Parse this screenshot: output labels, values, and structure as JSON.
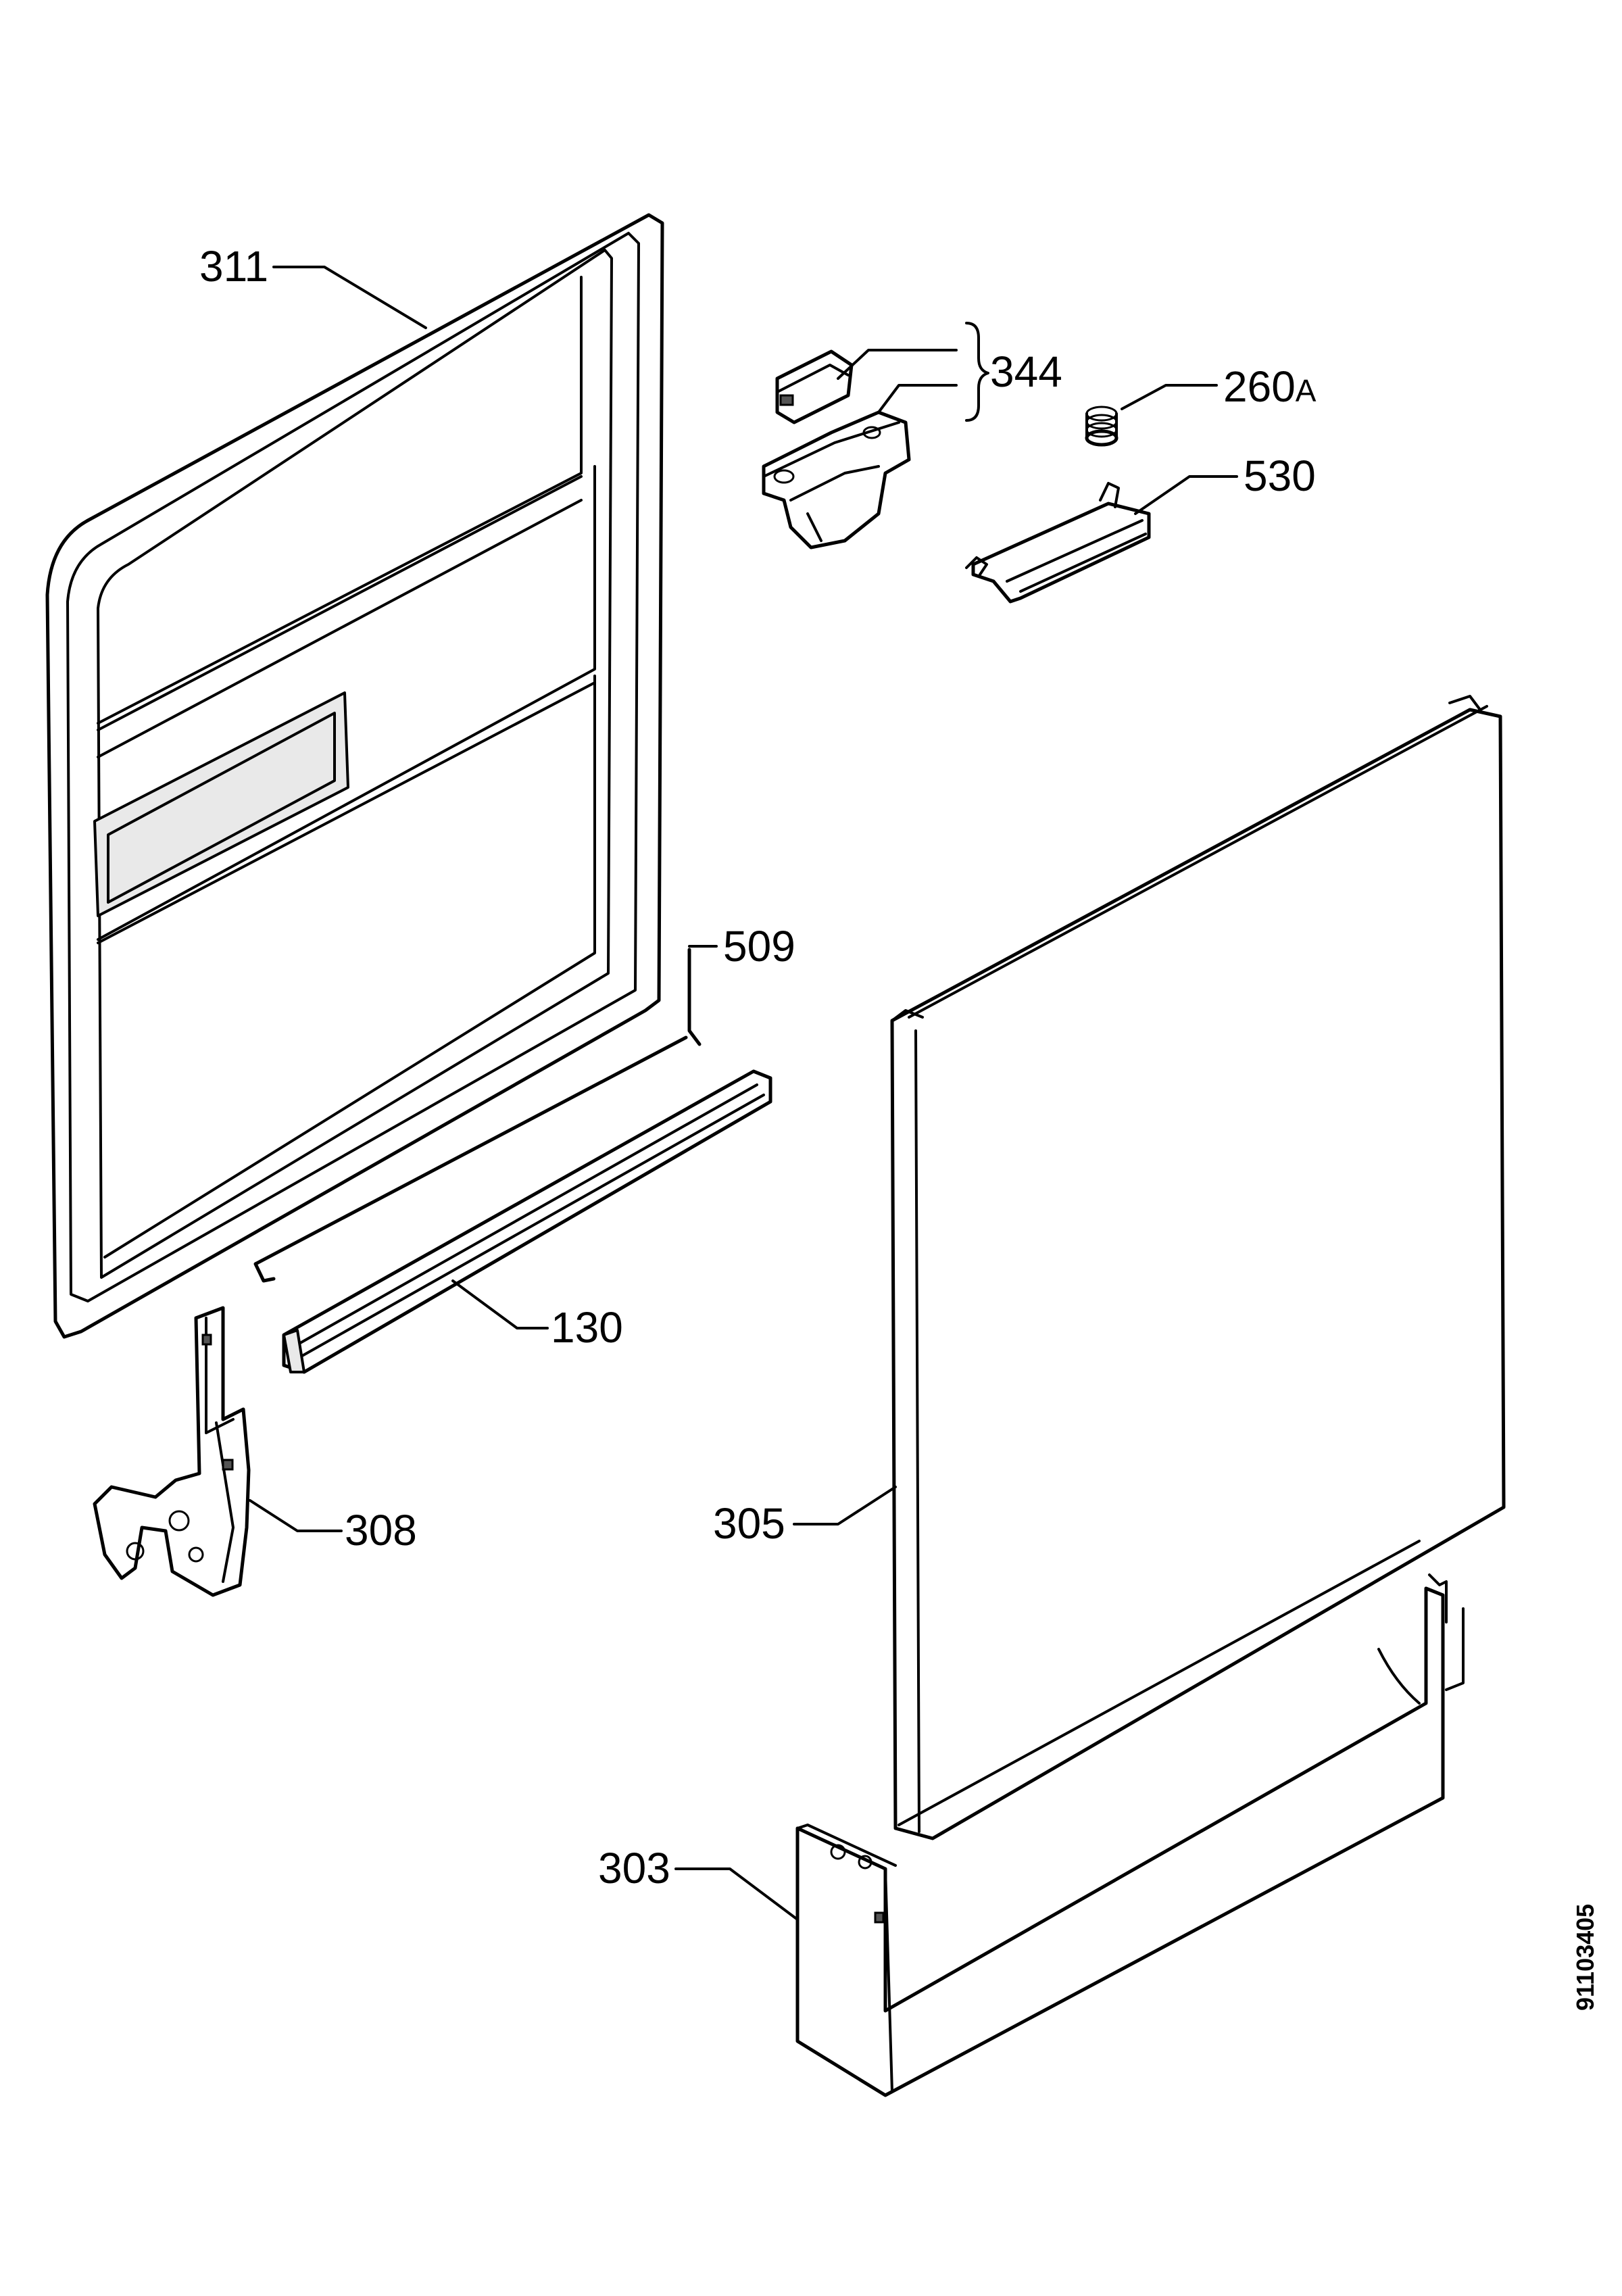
{
  "diagram": {
    "callouts": [
      {
        "id": "311",
        "label": "311"
      },
      {
        "id": "344",
        "label": "344"
      },
      {
        "id": "260A",
        "label": "260",
        "suffix": "A"
      },
      {
        "id": "530",
        "label": "530"
      },
      {
        "id": "509",
        "label": "509"
      },
      {
        "id": "130",
        "label": "130"
      },
      {
        "id": "308",
        "label": "308"
      },
      {
        "id": "305",
        "label": "305"
      },
      {
        "id": "303",
        "label": "303"
      }
    ],
    "document_number": "91103405"
  }
}
